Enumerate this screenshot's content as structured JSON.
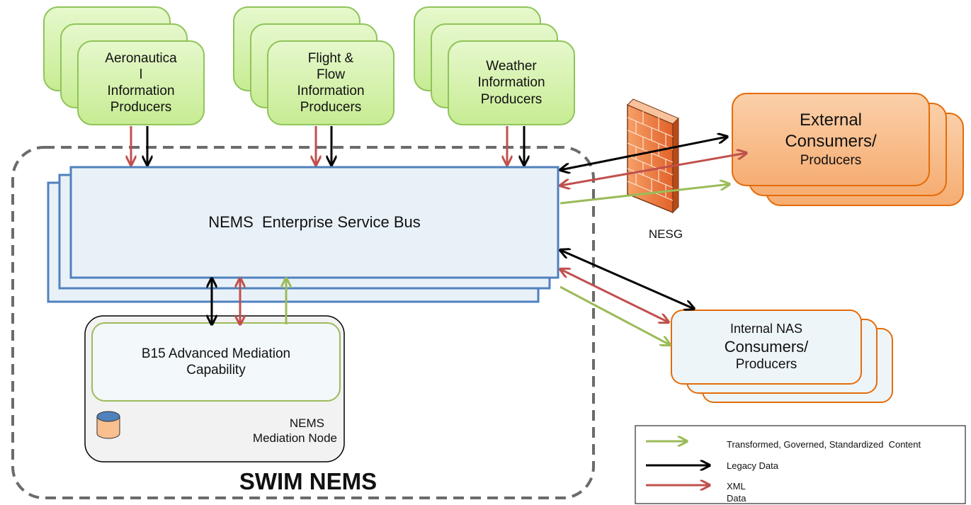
{
  "producers": [
    {
      "lines": [
        "Aeronautica",
        "l",
        "Information",
        "Producers"
      ]
    },
    {
      "lines": [
        "Flight &",
        "Flow",
        "Information",
        "Producers"
      ]
    },
    {
      "lines": [
        "Weather",
        "Information",
        "Producers"
      ]
    }
  ],
  "esb": {
    "label": "NEMS  Enterprise Service Bus"
  },
  "mediation": {
    "capability_lines": [
      "B15 Advanced Mediation",
      "Capability"
    ],
    "node_lines": [
      "NEMS",
      "Mediation Node"
    ],
    "database_icon": "database-icon"
  },
  "swim": {
    "title": "SWIM NEMS"
  },
  "firewall": {
    "label": "NESG",
    "icon": "firewall-icon"
  },
  "external": {
    "title": "External",
    "line2": "Consumers/",
    "line3": "Producers"
  },
  "internal": {
    "title": "Internal NAS",
    "line2": "Consumers/",
    "line3": "Producers"
  },
  "legend": [
    {
      "label": "Transformed, Governed, Standardized  Content",
      "color": "#9bbb59"
    },
    {
      "label": "Legacy Data",
      "color": "#000000"
    },
    {
      "label": "XML",
      "label2": "Data",
      "color": "#c0504d"
    }
  ],
  "colors": {
    "producer_fill": "#d7f3b0",
    "producer_stroke": "#8fc45a",
    "esb_fill": "#e9f1f8",
    "esb_stroke": "#4f81bd",
    "external_fill": "#f9bf8f",
    "external_stroke": "#e46c0a",
    "internal_fill": "#eef5f9",
    "internal_stroke": "#e46c0a",
    "legacy": "#000000",
    "xml": "#c0504d",
    "transformed": "#9bbb59"
  }
}
